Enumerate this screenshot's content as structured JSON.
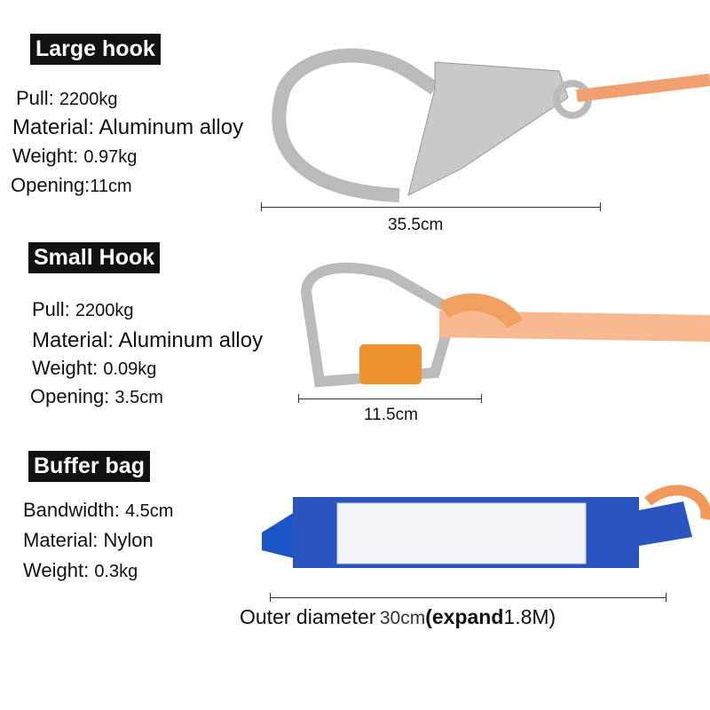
{
  "large_hook": {
    "title": "Large hook",
    "pull_label": "Pull:",
    "pull": "2200kg",
    "material_label": "Material:",
    "material": "Aluminum alloy",
    "weight_label": "Weight:",
    "weight": "0.97kg",
    "opening_label": "Opening:",
    "opening": "11cm",
    "length": "35.5cm"
  },
  "small_hook": {
    "title": "Small Hook",
    "pull_label": "Pull:",
    "pull": "2200kg",
    "material_label": "Material:",
    "material": "Aluminum alloy",
    "weight_label": "Weight:",
    "weight": "0.09kg",
    "opening_label": "Opening:",
    "opening": "3.5cm",
    "length": "11.5cm"
  },
  "buffer_bag": {
    "title": "Buffer bag",
    "bandwidth_label": "Bandwidth:",
    "bandwidth": "4.5cm",
    "material_label": "Material:",
    "material": "Nylon",
    "weight_label": "Weight:",
    "weight": "0.3kg",
    "diameter_label": "Outer diameter",
    "diameter": "30cm",
    "expand_label": "(expand",
    "expand": "1.8M",
    "close_paren": ")"
  }
}
